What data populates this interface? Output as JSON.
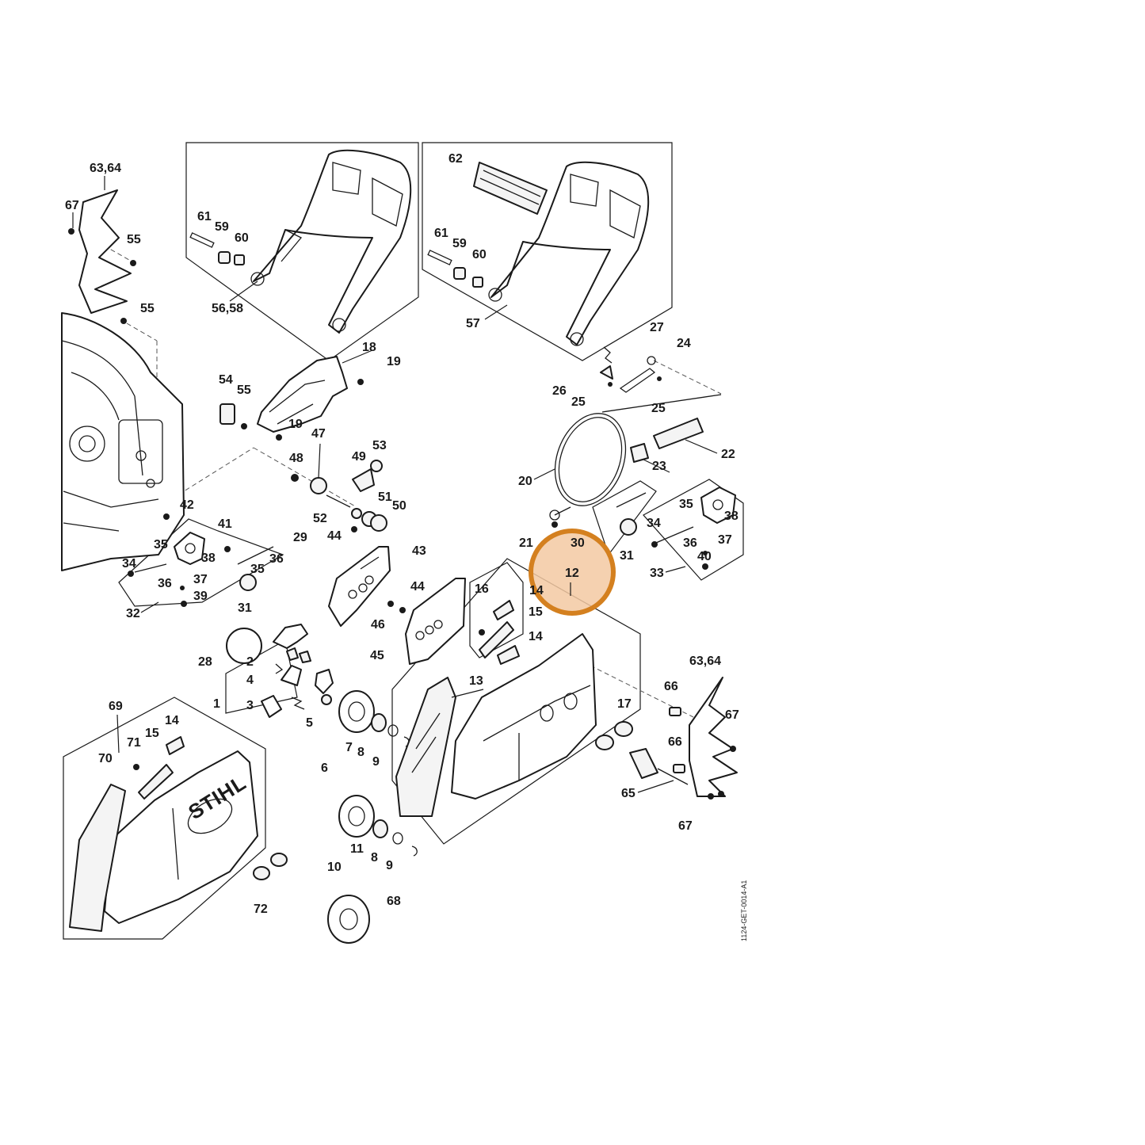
{
  "diagram": {
    "drawing_code": "1124-GET-0014-A1",
    "brand_logo_text": "STIHL",
    "highlight": {
      "color": "#d4801f",
      "fill": "#f3c9a2",
      "target_callout": "12"
    },
    "callouts": {
      "c_63_64_a": "63,64",
      "c_67_a": "67",
      "c_55_a": "55",
      "c_55_b": "55",
      "c_61_a": "61",
      "c_59_a": "59",
      "c_60_a": "60",
      "c_56_58": "56,58",
      "c_62": "62",
      "c_61_b": "61",
      "c_59_b": "59",
      "c_60_b": "60",
      "c_57": "57",
      "c_27": "27",
      "c_24": "24",
      "c_26": "26",
      "c_25_a": "25",
      "c_25_b": "25",
      "c_18": "18",
      "c_19_a": "19",
      "c_54": "54",
      "c_55_c": "55",
      "c_19_b": "19",
      "c_47": "47",
      "c_53": "53",
      "c_48": "48",
      "c_49": "49",
      "c_22": "22",
      "c_23": "23",
      "c_20": "20",
      "c_51": "51",
      "c_50": "50",
      "c_52": "52",
      "c_44_a": "44",
      "c_42": "42",
      "c_41": "41",
      "c_29": "29",
      "c_35_a": "35",
      "c_38_a": "38",
      "c_34_a": "34",
      "c_35_b": "35",
      "c_36_a": "36",
      "c_36_b": "36",
      "c_37_a": "37",
      "c_39": "39",
      "c_32": "32",
      "c_31_a": "31",
      "c_43": "43",
      "c_44_b": "44",
      "c_46": "46",
      "c_45": "45",
      "c_21": "21",
      "c_30": "30",
      "c_31_b": "31",
      "c_12": "12",
      "c_35_c": "35",
      "c_38_b": "38",
      "c_34_b": "34",
      "c_36_c": "36",
      "c_37_b": "37",
      "c_40": "40",
      "c_33": "33",
      "c_16": "16",
      "c_14_a": "14",
      "c_15_a": "15",
      "c_14_b": "14",
      "c_28": "28",
      "c_2": "2",
      "c_4": "4",
      "c_1": "1",
      "c_3": "3",
      "c_5": "5",
      "c_13": "13",
      "c_17": "17",
      "c_63_64_b": "63,64",
      "c_66_a": "66",
      "c_67_b": "67",
      "c_66_b": "66",
      "c_65": "65",
      "c_67_c": "67",
      "c_69": "69",
      "c_15_b": "15",
      "c_14_c": "14",
      "c_71": "71",
      "c_70": "70",
      "c_7": "7",
      "c_8_a": "8",
      "c_6": "6",
      "c_9_a": "9",
      "c_11": "11",
      "c_8_b": "8",
      "c_10": "10",
      "c_9_b": "9",
      "c_72": "72",
      "c_68": "68"
    }
  }
}
